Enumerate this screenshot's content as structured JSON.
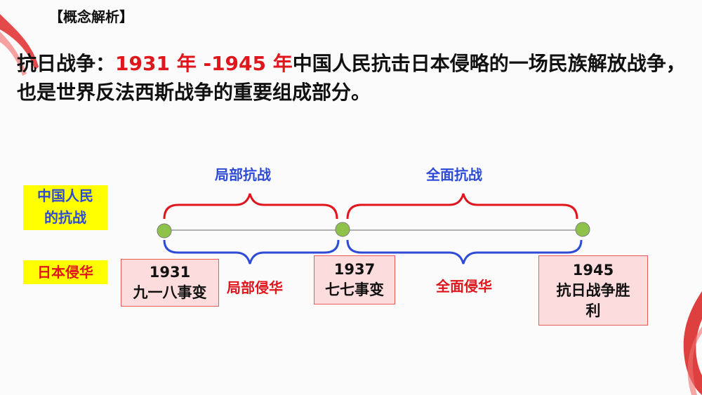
{
  "heading": "【概念解析】",
  "intro": {
    "term": "抗日战争：",
    "years": "1931 年 -1945 年",
    "desc": "中国人民抗击日本侵略的一场民族解放战争，也是世界反法西斯战争的重要组成部分。"
  },
  "labels": {
    "china_side": [
      "中国人民",
      "的抗战"
    ],
    "japan_side": "日本侵华"
  },
  "phases_china": {
    "partial": "局部抗战",
    "full": "全面抗战"
  },
  "phases_japan": {
    "partial": "局部侵华",
    "full": "全面侵华"
  },
  "events": [
    {
      "year": "1931",
      "name": "九一八事变"
    },
    {
      "year": "1937",
      "name": "七七事变"
    },
    {
      "year": "1945",
      "name": "抗日战争胜",
      "name2": "利"
    }
  ],
  "colors": {
    "red": "#e0161d",
    "blue": "#2e4bd6",
    "node": "#8fc24a",
    "yellow": "#ffff00",
    "event_box": "#fcdcdc"
  }
}
